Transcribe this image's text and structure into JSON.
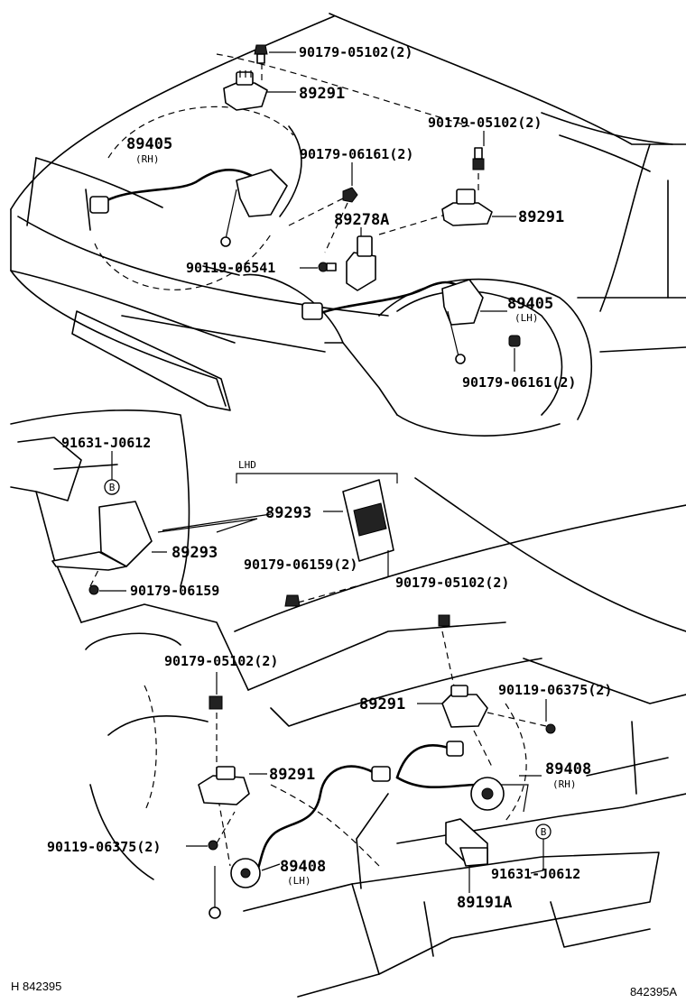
{
  "labels": {
    "l1": "90179-05102(2)",
    "l2": "89291",
    "l3": "90179-05102(2)",
    "l4": "89405",
    "l4s": "(RH)",
    "l5": "90179-06161(2)",
    "l6": "89291",
    "l7": "89278A",
    "l8": "90119-06541",
    "l9": "89405",
    "l9s": "(LH)",
    "l10": "90179-06161(2)",
    "l11": "91631-J0612",
    "l12": "LHD",
    "l13": "89293",
    "l14": "89293",
    "l15": "90179-06159(2)",
    "l16": "90179-05102(2)",
    "l17": "90179-06159",
    "l18": "90179-05102(2)",
    "l19": "89291",
    "l20": "90119-06375(2)",
    "l21": "89291",
    "l22": "89408",
    "l22s": "(RH)",
    "l23": "90119-06375(2)",
    "l24": "89408",
    "l24s": "(LH)",
    "l25": "91631-J0612",
    "l26": "89191A",
    "markerB1": "B",
    "markerB2": "B"
  },
  "footer": {
    "left": "H 842395",
    "right": "842395A"
  }
}
